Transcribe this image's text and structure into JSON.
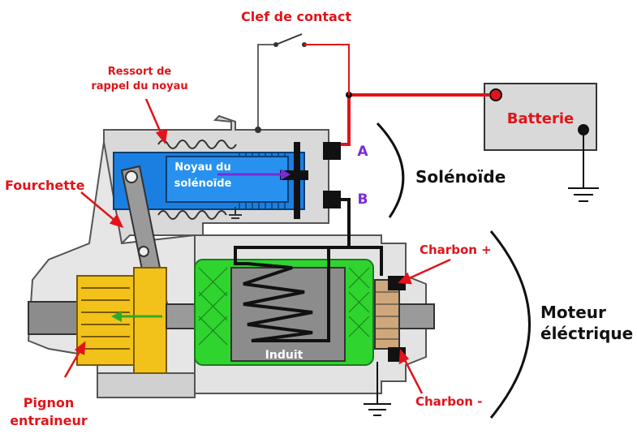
{
  "labels": {
    "key_switch": "Clef de contact",
    "return_spring_line1": "Ressort de",
    "return_spring_line2": "rappel du noyau",
    "fork": "Fourchette",
    "battery": "Batterie",
    "plunger_line1": "Noyau du",
    "plunger_line2": "solénoïde",
    "terminal_a": "A",
    "terminal_b": "B",
    "solenoid": "Solénoïde",
    "brush_plus": "Charbon +",
    "brush_minus": "Charbon -",
    "motor_line1": "Moteur",
    "motor_line2": "éléctrique",
    "armature": "Induit",
    "pinion_line1": "Pignon",
    "pinion_line2": "entraineur"
  },
  "colors": {
    "label_red": "#e0141a",
    "label_black": "#111111",
    "terminal_purple": "#7a2bd6",
    "battery_wire": "#e0141a",
    "solenoid_blue": "#1a7fe0",
    "armature_green": "#2fd42f",
    "pinion_gold": "#f2c21a",
    "housing_gray": "#8c8c8c"
  }
}
